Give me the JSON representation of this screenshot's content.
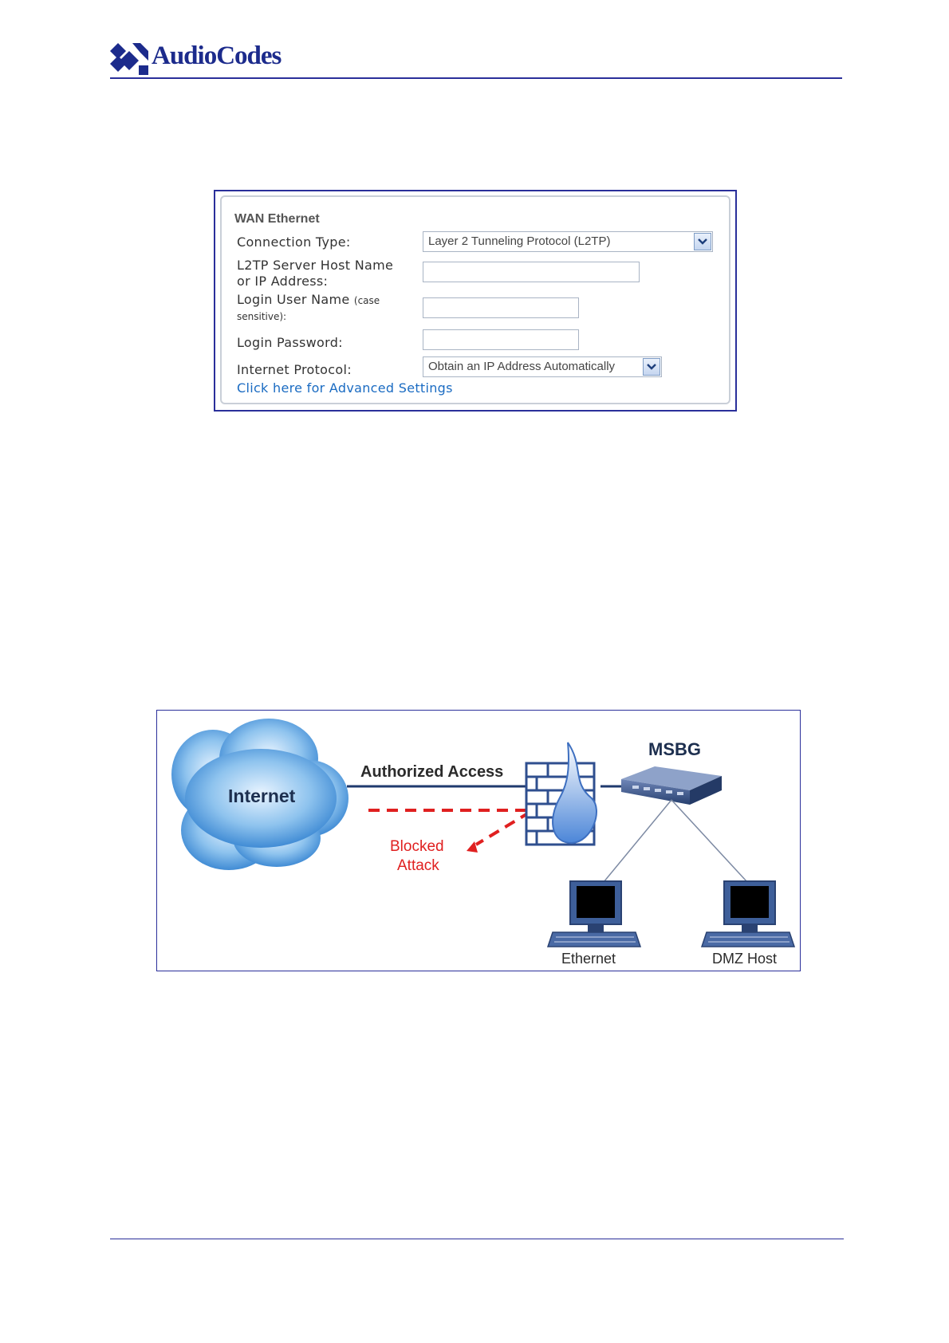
{
  "header": {
    "logo_text": "AudioCodes"
  },
  "wan_form": {
    "title": "WAN Ethernet",
    "connection_type_label": "Connection Type:",
    "connection_type_value": "Layer 2 Tunneling Protocol (L2TP)",
    "server_label_line1": "L2TP Server Host Name",
    "server_label_line2": "or IP Address:",
    "server_value": "",
    "login_user_label": "Login User Name",
    "login_user_hint_a": "(case",
    "login_user_hint_b": "sensitive):",
    "login_user_value": "",
    "login_password_label": "Login Password:",
    "login_password_value": "",
    "internet_protocol_label": "Internet Protocol:",
    "internet_protocol_value": "Obtain an IP Address Automatically",
    "advanced_link": "Click here for Advanced Settings"
  },
  "diagram": {
    "internet_label": "Internet",
    "authorized_label": "Authorized Access",
    "blocked_line1": "Blocked",
    "blocked_line2": "Attack",
    "device_label": "MSBG",
    "ethernet_label": "Ethernet",
    "dmz_label": "DMZ Host",
    "colors": {
      "cloud": "#3b8fd6",
      "attack": "#e02020",
      "link": "#1f3a6e",
      "firewall": "#2f4f8f"
    }
  }
}
